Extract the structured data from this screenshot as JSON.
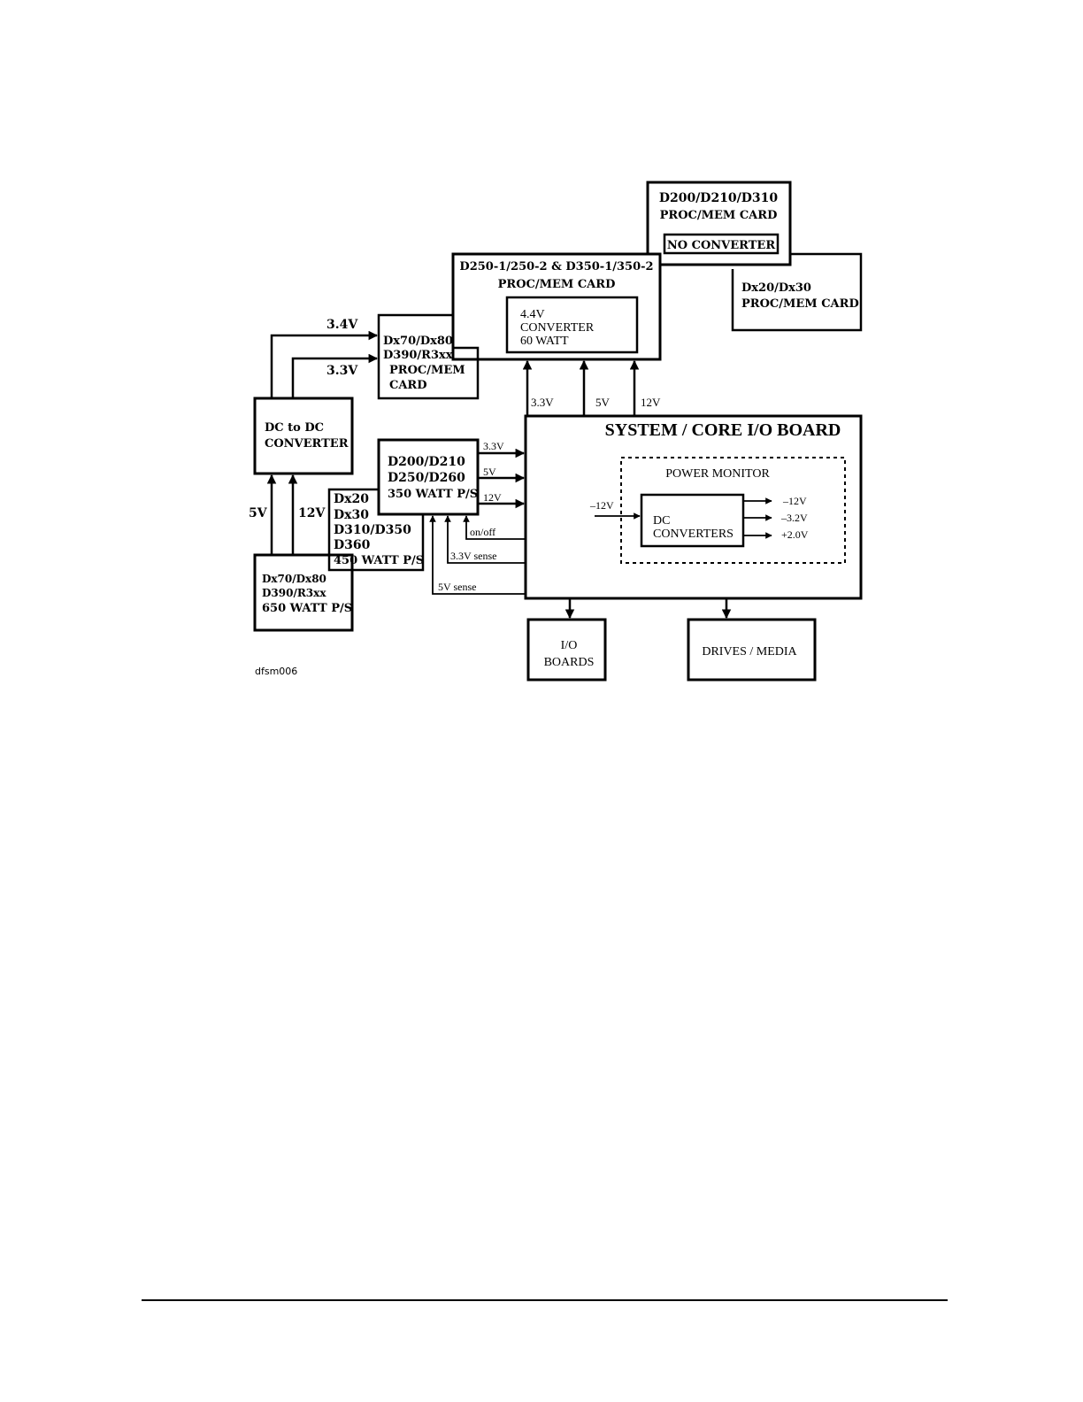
{
  "blocks": {
    "card_d200_d210_d310": {
      "line1": "D200/D210/D310",
      "line2": "PROC/MEM CARD",
      "no_converter": "NO CONVERTER"
    },
    "card_dx20_dx30": {
      "line1": "Dx20/Dx30",
      "line2": "PROC/MEM CARD"
    },
    "card_d250_d350": {
      "line1": "D250-1/250-2  &  D350-1/350-2",
      "line2": "PROC/MEM CARD"
    },
    "converter_44v": {
      "line1": "4.4V",
      "line2": "CONVERTER",
      "line3": "60 WATT"
    },
    "card_dx70_dx80": {
      "line1": "Dx70/Dx80",
      "line2": "D390/R3xx",
      "line3": "PROC/MEM",
      "line4": "CARD"
    },
    "dc_to_dc": {
      "line1": "DC to DC",
      "line2": "CONVERTER"
    },
    "ps_350": {
      "line1": "D200/D210",
      "line2": "D250/D260",
      "line3": "350 WATT P/S"
    },
    "ps_450": {
      "line1": "Dx20",
      "line2": "Dx30",
      "line3": "D310/D350",
      "line4": "D360",
      "line5": "450 WATT P/S"
    },
    "ps_650": {
      "line1": "Dx70/Dx80",
      "line2": "D390/R3xx",
      "line3": "650 WATT P/S"
    },
    "system_board": {
      "title": "SYSTEM / CORE I/O BOARD",
      "power_monitor": "POWER MONITOR"
    },
    "dc_converters": {
      "line1": "DC",
      "line2": "CONVERTERS"
    },
    "io_boards": {
      "line1": "I/O",
      "line2": "BOARDS"
    },
    "drives_media": {
      "label": "DRIVES / MEDIA"
    }
  },
  "signals": {
    "v34": "3.4V",
    "v33_card": "3.3V",
    "v5_dc": "5V",
    "v12_dc": "12V",
    "v33_up": "3.3V",
    "v5_up": "5V",
    "v12_up": "12V",
    "v33_ps": "3.3V",
    "v5_ps": "5V",
    "v12_ps": "12V",
    "onoff": "on/off",
    "sense33": "3.3V  sense",
    "sense5": "5V  sense",
    "neg12_in": "–12V",
    "out_neg12": "–12V",
    "out_neg32": "–3.2V",
    "out_pos20": "+2.0V"
  },
  "figure_id": "dfsm006"
}
